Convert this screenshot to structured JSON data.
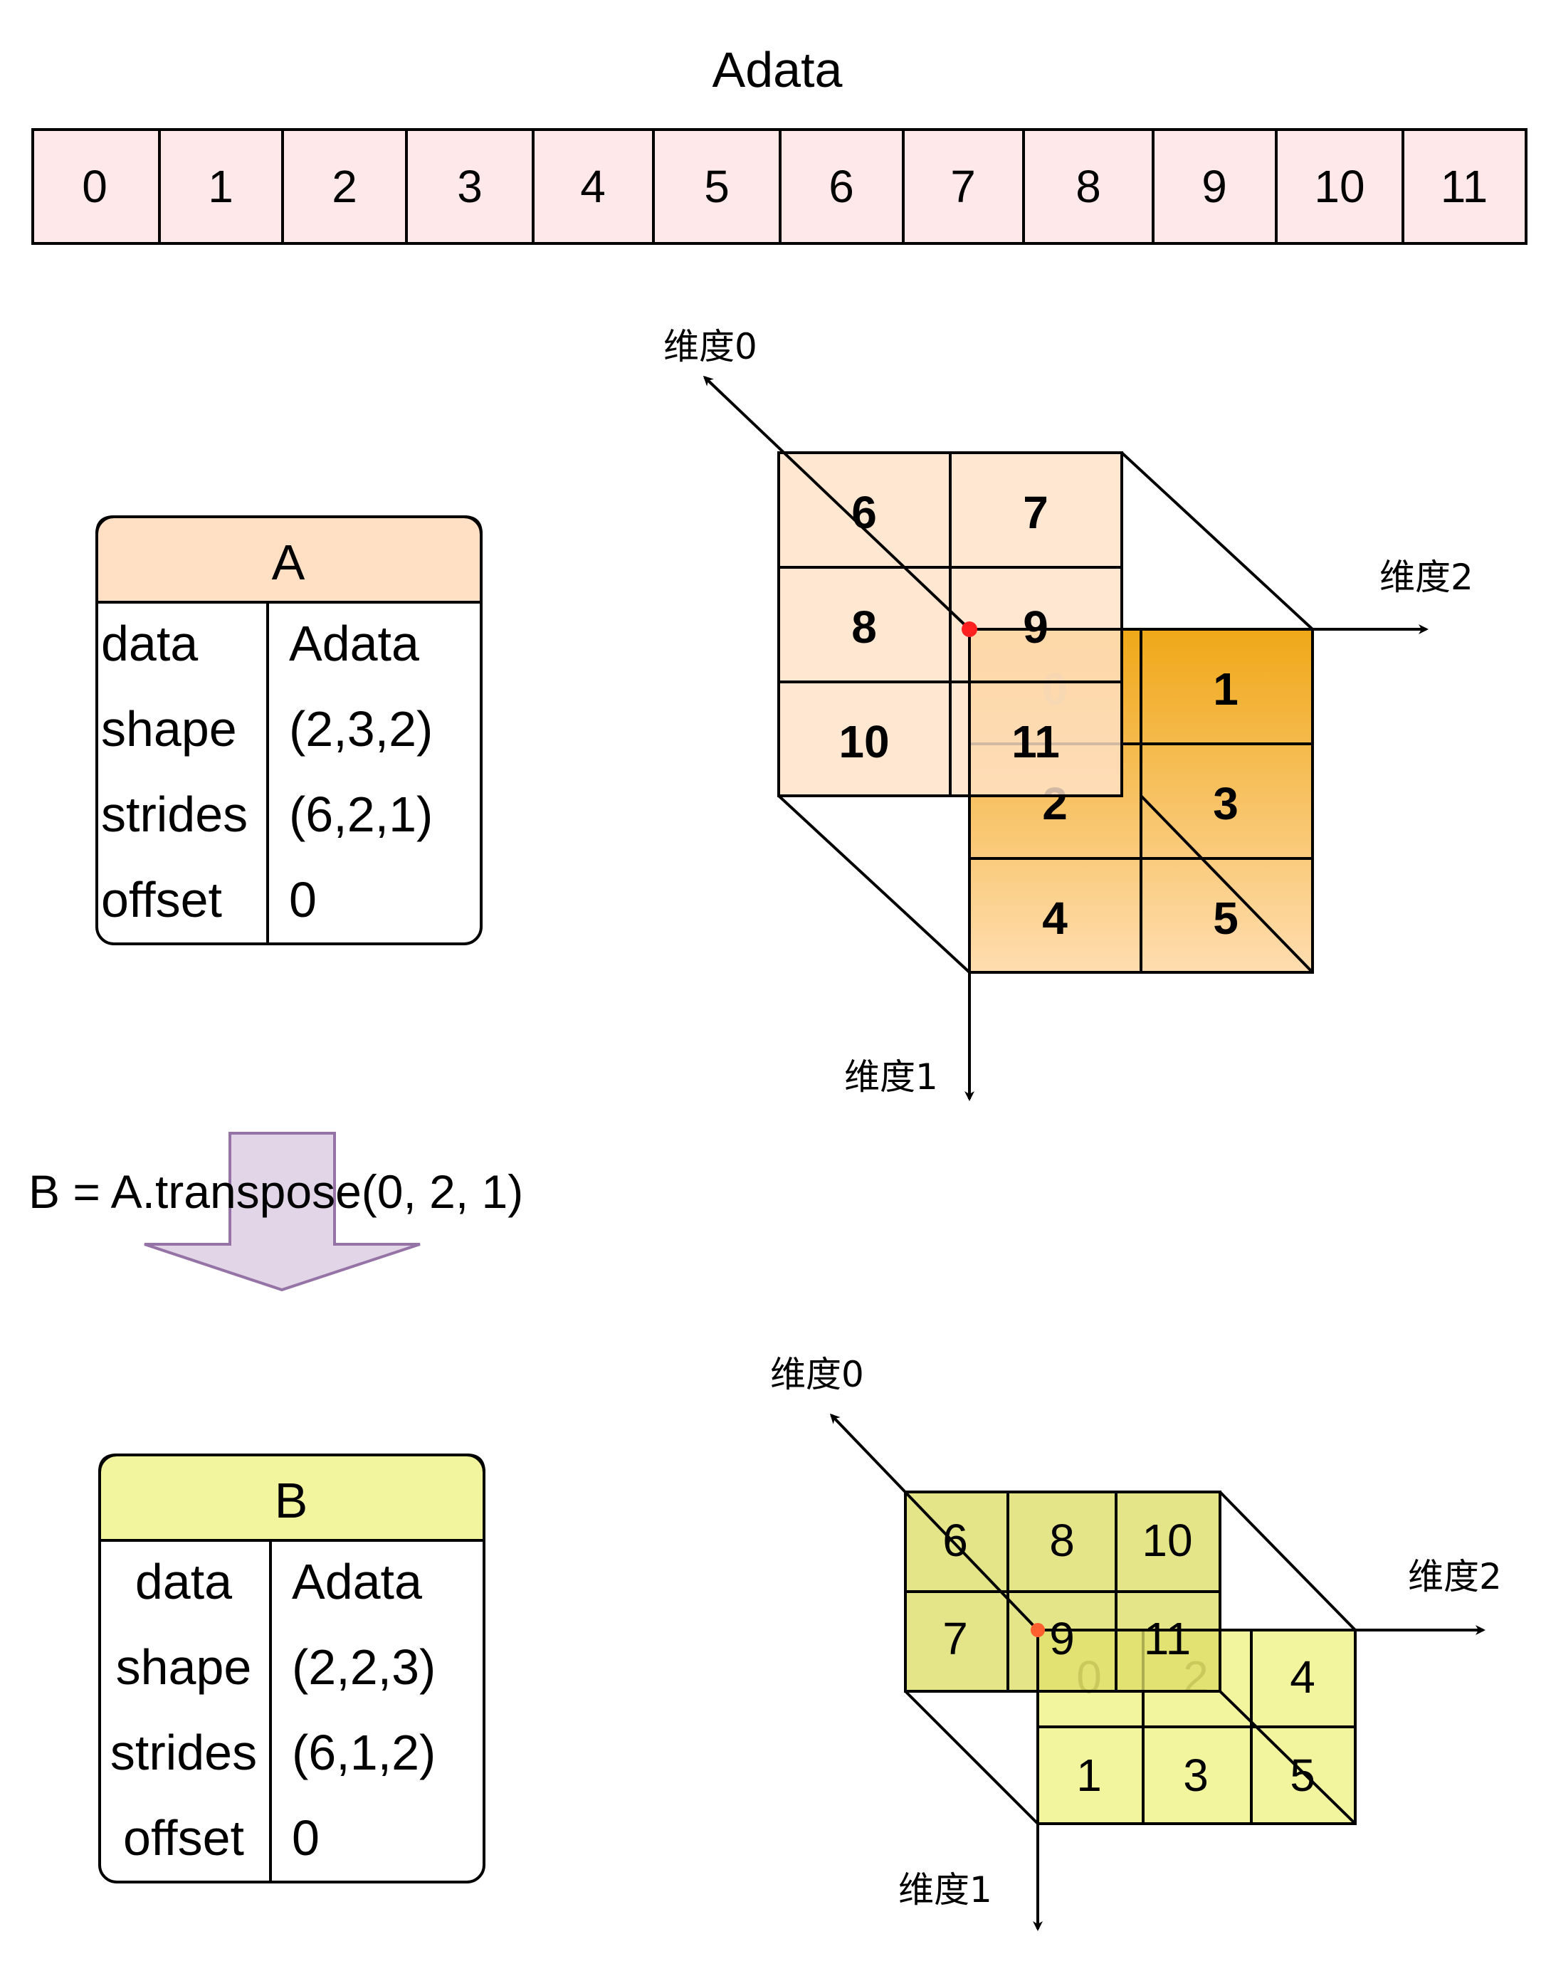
{
  "adata": {
    "title": "Adata",
    "cells": [
      "0",
      "1",
      "2",
      "3",
      "4",
      "5",
      "6",
      "7",
      "8",
      "9",
      "10",
      "11"
    ]
  },
  "table_a": {
    "header": "A",
    "rows": [
      {
        "key": "data",
        "value": "Adata"
      },
      {
        "key": "shape",
        "value": "(2,3,2)"
      },
      {
        "key": "strides",
        "value": "(6,2,1)"
      },
      {
        "key": "offset",
        "value": "0"
      }
    ],
    "header_color": "#FFE0C4"
  },
  "table_b": {
    "header": "B",
    "rows": [
      {
        "key": "data",
        "value": "Adata"
      },
      {
        "key": "shape",
        "value": "(2,2,3)"
      },
      {
        "key": "strides",
        "value": "(6,1,2)"
      },
      {
        "key": "offset",
        "value": "0"
      }
    ],
    "header_color": "#F3F59E"
  },
  "transform": {
    "label": "B = A.transpose(0, 2, 1)"
  },
  "cube_a": {
    "axis0": "维度0",
    "axis1": "维度1",
    "axis2": "维度2",
    "back": [
      "6",
      "7",
      "8",
      "9",
      "10",
      "11"
    ],
    "front": [
      "0",
      "1",
      "2",
      "3",
      "4",
      "5"
    ]
  },
  "cube_b": {
    "axis0": "维度0",
    "axis1": "维度1",
    "axis2": "维度2",
    "back": [
      "6",
      "8",
      "10",
      "7",
      "9",
      "11"
    ],
    "front": [
      "0",
      "2",
      "4",
      "1",
      "3",
      "5"
    ]
  },
  "colors": {
    "adata_fill": "#FFE8EA",
    "cube_a_back": "#FFE2C8",
    "cube_a_front_top": "#F0A818",
    "cube_a_front_bottom": "#FFDDB0",
    "cube_b_back": "#DDDD66",
    "cube_b_front": "#F3F59E",
    "arrow_fill": "#E1D5E7",
    "arrow_stroke": "#9673A6",
    "origin_dot": "#FF2020"
  }
}
